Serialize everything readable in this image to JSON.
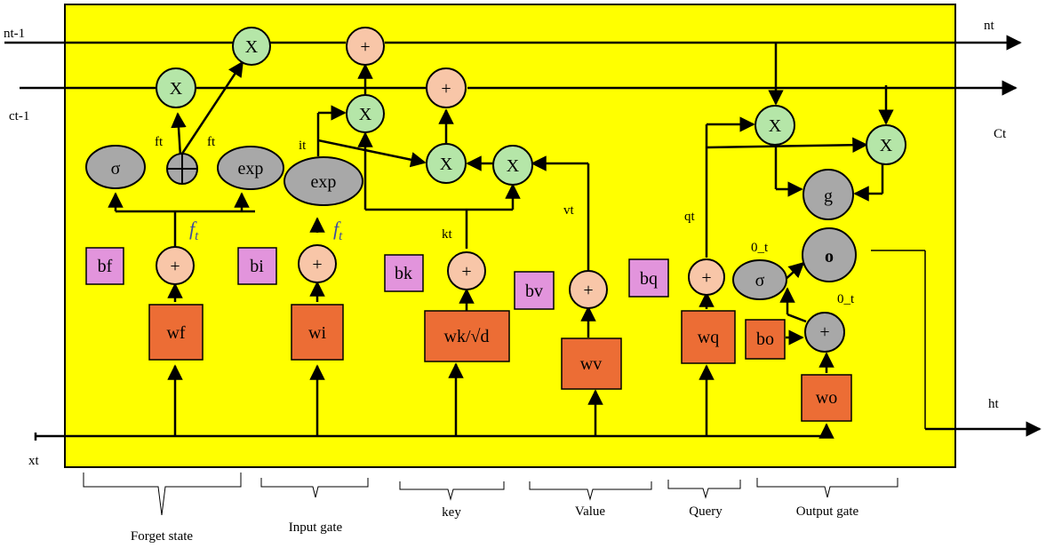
{
  "colors": {
    "background": "#ffff00",
    "green_node": "#b5e6a8",
    "peach_node": "#f8c6a8",
    "grey_node": "#a8a8a8",
    "weight_box": "#ec6d35",
    "bias_box": "#e294dc",
    "ft_blue": "#3c4aa0"
  },
  "io": {
    "nt_1": "nt-1",
    "nt": "nt",
    "ct_1": "ct-1",
    "Ct": "Ct",
    "xt": "xt",
    "ht": "ht"
  },
  "ops": {
    "multiply": "X",
    "add": "+",
    "sigma": "σ",
    "exp": "exp",
    "g": "g",
    "o": "o"
  },
  "labels": {
    "ft_a": "ft",
    "ft_b": "ft",
    "it": "it",
    "kt": "kt",
    "vt": "vt",
    "qt": "qt",
    "o_t_a": "0_t",
    "o_t_b": "0_t",
    "f_italic_a": "f",
    "f_italic_b": "f",
    "f_sub": "t"
  },
  "weights": {
    "wf": "wf",
    "wi": "wi",
    "wk": "wk/√d",
    "wv": "wv",
    "wq": "wq",
    "wo": "wo"
  },
  "biases": {
    "bf": "bf",
    "bi": "bi",
    "bk": "bk",
    "bv": "bv",
    "bq": "bq",
    "bo": "bo"
  },
  "sections": {
    "forget": "Forget state",
    "input": "Input gate",
    "key": "key",
    "value": "Value",
    "query": "Query",
    "output": "Output gate"
  }
}
